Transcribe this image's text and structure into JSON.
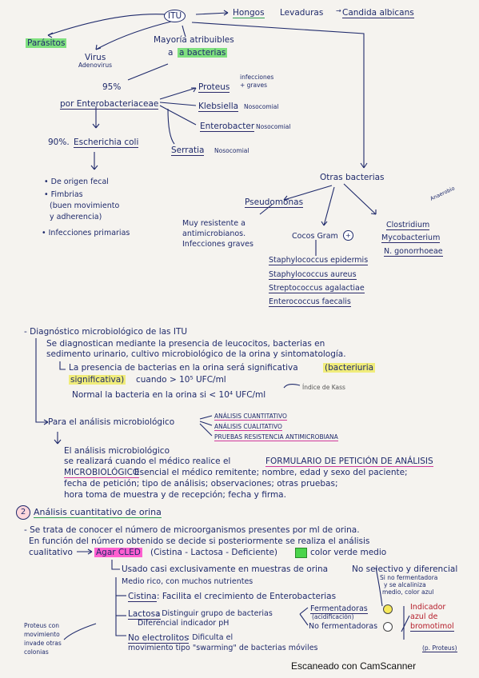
{
  "top": {
    "itu": "ITU",
    "hongos": "Hongos",
    "levaduras": "Levaduras",
    "candida": "Candida albicans",
    "parasitos": "Parásitos",
    "virus": "Virus",
    "virus_sub": "Adenovirus",
    "mayoria_1": "Mayoría atribuibles",
    "mayoria_2": "a bacterias",
    "pct95": "95%",
    "enterobact": "por Enterobacteriaceae",
    "proteus": "Proteus",
    "proteus_note_1": "infecciones",
    "proteus_note_2": "+ graves",
    "klebsiella": "Klebsiella",
    "klebsiella_note": "Nosocomial",
    "enterobacter": "Enterobacter",
    "enterobacter_note": "Nosocomial",
    "serratia": "Serratia",
    "serratia_note": "Nosocomial",
    "pct90": "90%.",
    "ecoli": "Escherichia coli",
    "ec1": "• De origen fecal",
    "ec2": "• Fimbrias",
    "ec3": "(buen movimiento",
    "ec4": "y adherencia)",
    "ec5": "• Infecciones primarias",
    "otras": "Otras bacterias",
    "pseudomonas": "Pseudomonas",
    "pseudo_1": "Muy resistente a",
    "pseudo_2": "antimicrobianos.",
    "pseudo_3": "Infecciones graves",
    "cocos": "Cocos Gram",
    "cocos_sign": "+",
    "cocos_list": [
      "Staphylococcus epidermis",
      "Staphylococcus aureus",
      "Streptococcus agalactiae",
      "Enterococcus faecalis"
    ],
    "anaer": "Anaerobio",
    "otros_list": [
      "Clostridium",
      "Mycobacterium",
      "N. gonorrhoeae"
    ]
  },
  "diag": {
    "title": "- Diagnóstico microbiológico de las ITU",
    "p1_1": "Se diagnostican mediante la presencia de leucocitos, bacterias en",
    "p1_2": "sedimento urinario, cultivo microbiológico de la orina y sintomatología.",
    "p2_1": "La presencia de bacterias en la orina será significativa",
    "p2_hl": "(bacteriuria",
    "p2_2": "significativa)",
    "p2_3": "cuando > 10⁵ UFC/ml",
    "p3": "Normal la bacteria en la orina si < 10⁴ UFC/ml",
    "kass": "Índice de Kass",
    "analisis": "Para el análisis microbiológico",
    "an1": "ANÁLISIS CUANTITATIVO",
    "an2": "ANÁLISIS CUALITATIVO",
    "an3": "PRUEBAS RESISTENCIA ANTIMICROBIANA",
    "p4_1": "El análisis microbiológico",
    "p4_2": "se realizará cuando el médico realice el",
    "p4_hl": "FORMULARIO DE PETICIÓN DE ANÁLISIS",
    "p4_3": "MICROBIOLÓGICO",
    "p4_4": "Esencial el médico remitente; nombre, edad y sexo del paciente;",
    "p4_5": "fecha de petición; tipo de análisis; observaciones; otras pruebas;",
    "p4_6": "hora toma de muestra y de recepción; fecha y firma."
  },
  "sec2": {
    "num": "2",
    "title": "Análisis cuantitativo de orina",
    "l1": "- Se trata de conocer el número de microorganismos presentes por ml de orina.",
    "l2": "En función del número obtenido se decide si posteriormente se realiza el análisis",
    "l3": "cualitativo",
    "agar": "Agar CLED",
    "l3b": "(Cistina - Lactosa - Deficiente)",
    "l3c": "color verde medio",
    "l4": "Usado casi exclusivamente en muestras de orina",
    "l4b": "No selectivo y diferencial",
    "l5": "Medio rico, con muchos nutrientes",
    "cistina": "Cistina",
    "cistina_t": ": Facilita el crecimiento de Enterobacterias",
    "lactosa": "Lactosa",
    "lactosa_t1": ": Distinguir grupo de bacterias",
    "lactosa_t2": "Diferencial indicador pH",
    "ferm": "Fermentadoras",
    "ferm_sub": "(acidificación)",
    "noferm": "No fermentadoras",
    "ferm_note_1": "Si no fermentadora",
    "ferm_note_2": "y se alcaliniza",
    "ferm_note_3": "medio, color azul",
    "ind_1": "Indicador",
    "ind_2": "azul de",
    "ind_3": "bromotimol",
    "noelec": "No electrolitos",
    "noelec_t1": ": Dificulta el",
    "noelec_t2": "movimiento tipo \"swarming\" de bacterias móviles",
    "noelec_ex": "(p. Proteus)",
    "side_1": "Proteus con",
    "side_2": "movimiento",
    "side_3": "invade otras",
    "side_4": "colonias"
  },
  "footer": "Escaneado con CamScanner"
}
